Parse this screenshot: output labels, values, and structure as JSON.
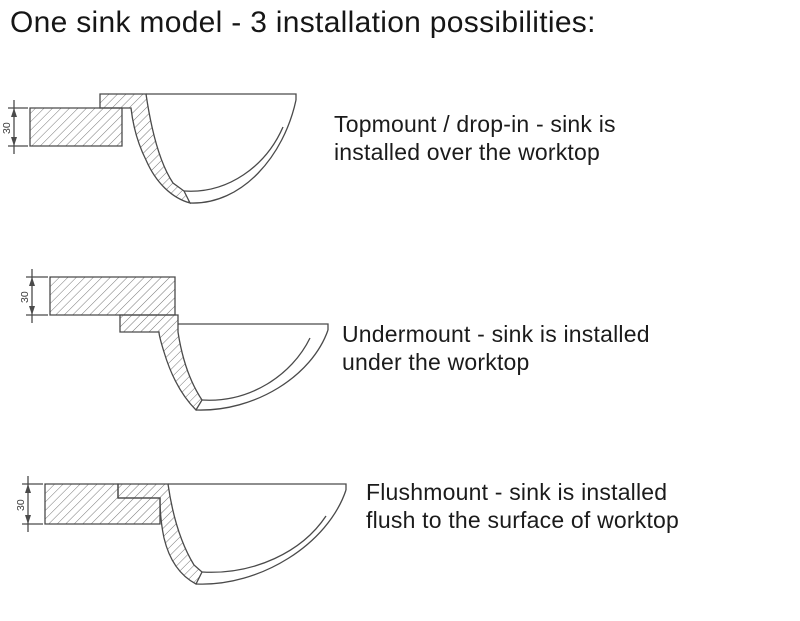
{
  "title": "One sink model - 3 installation possibilities:",
  "colors": {
    "background": "#ffffff",
    "line": "#4a4a4a",
    "hatch": "#777777",
    "text": "#1b1b1b"
  },
  "rows": [
    {
      "name": "topmount",
      "dimension_mm": "30",
      "label_line1": "Topmount / drop-in - sink is",
      "label_line2": "installed over the worktop"
    },
    {
      "name": "undermount",
      "dimension_mm": "30",
      "label_line1": "Undermount - sink is installed",
      "label_line2": "under the worktop"
    },
    {
      "name": "flushmount",
      "dimension_mm": "30",
      "label_line1": "Flushmount - sink is installed",
      "label_line2": "flush to the surface of worktop"
    }
  ]
}
